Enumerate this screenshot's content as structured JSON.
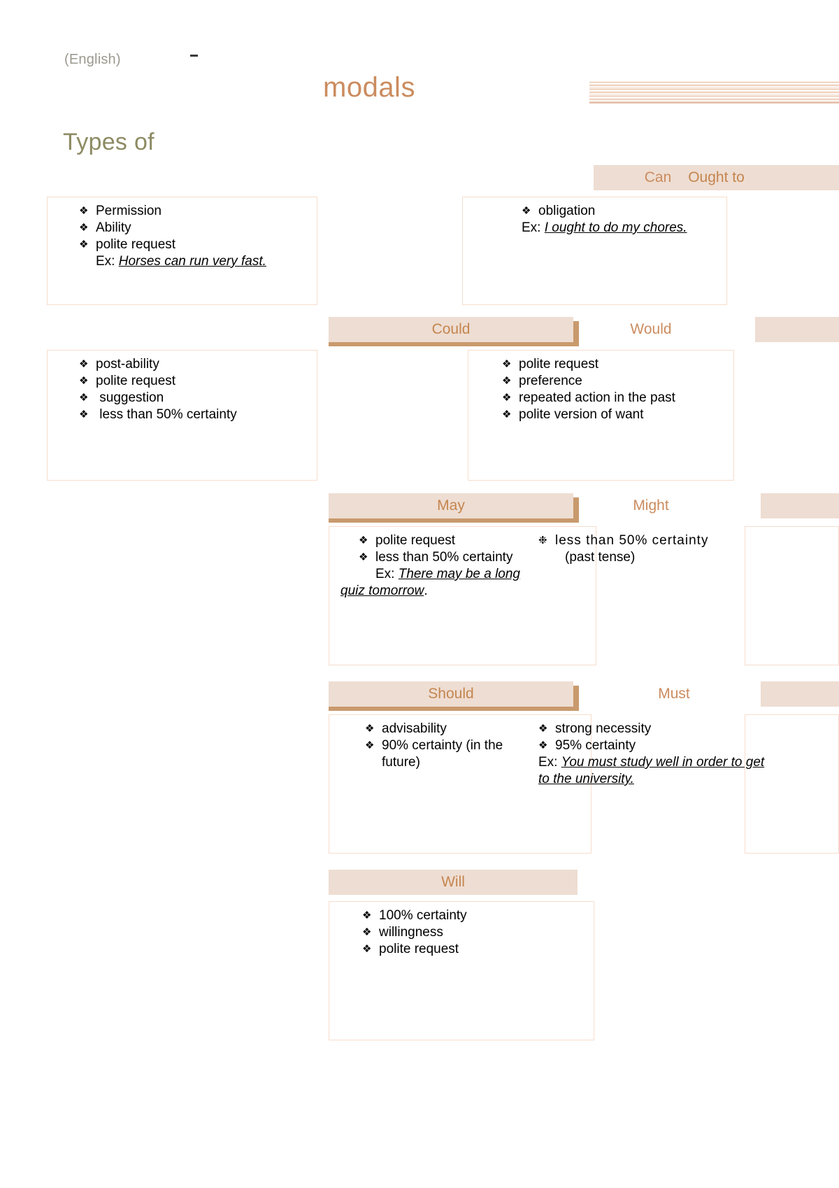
{
  "header": {
    "language": "(English)",
    "title": "modals",
    "subtitle": "Types of",
    "dash": "-"
  },
  "colors": {
    "title": "#cb8c5f",
    "subtitle": "#8d8b63",
    "bar_fill": "#eeddd2",
    "bar_tab": "#c99a6d",
    "box_border": "#f7ddcc",
    "language": "#9a9a8f"
  },
  "sections": [
    {
      "id": "can",
      "left_header": "",
      "right_header_a": "Ought to",
      "right_header_b": "Can",
      "left_items": [
        "Permission",
        "Ability",
        "polite request"
      ],
      "left_example_label": "Ex:",
      "left_example": "Horses can run very fast.",
      "right_items": [
        "obligation"
      ],
      "right_example_label": "Ex:",
      "right_example": "I ought to do my chores."
    },
    {
      "id": "could-would",
      "left_header": "Could",
      "right_header": "Would",
      "left_items": [
        "post-ability",
        "polite request",
        " suggestion",
        " less than 50% certainty"
      ],
      "right_items": [
        "polite request",
        "preference",
        "repeated action in the past",
        "polite version of want"
      ]
    },
    {
      "id": "may-might",
      "left_header": "May",
      "right_header": "Might",
      "left_items": [
        "polite request",
        "less than 50% certainty"
      ],
      "left_example_label": "Ex:",
      "left_example": "There may be a long",
      "left_example_cont": "quiz        tomorrow",
      "left_example_end": ".",
      "right_items": [
        "less than 50% certainty"
      ],
      "right_note": "(past tense)"
    },
    {
      "id": "should-must",
      "left_header": "Should",
      "right_header": "Must",
      "left_items": [
        "advisability",
        "90% certainty (in the",
        "future)"
      ],
      "right_items": [
        "strong necessity",
        "95% certainty"
      ],
      "right_example_label": "Ex:",
      "right_example": "You must study well in order to get to the university."
    },
    {
      "id": "will",
      "left_header": "Will",
      "left_items": [
        "100% certainty",
        "willingness",
        "polite request"
      ]
    }
  ],
  "icons": {
    "bullet_filled": "❖",
    "bullet_open": "❉"
  }
}
